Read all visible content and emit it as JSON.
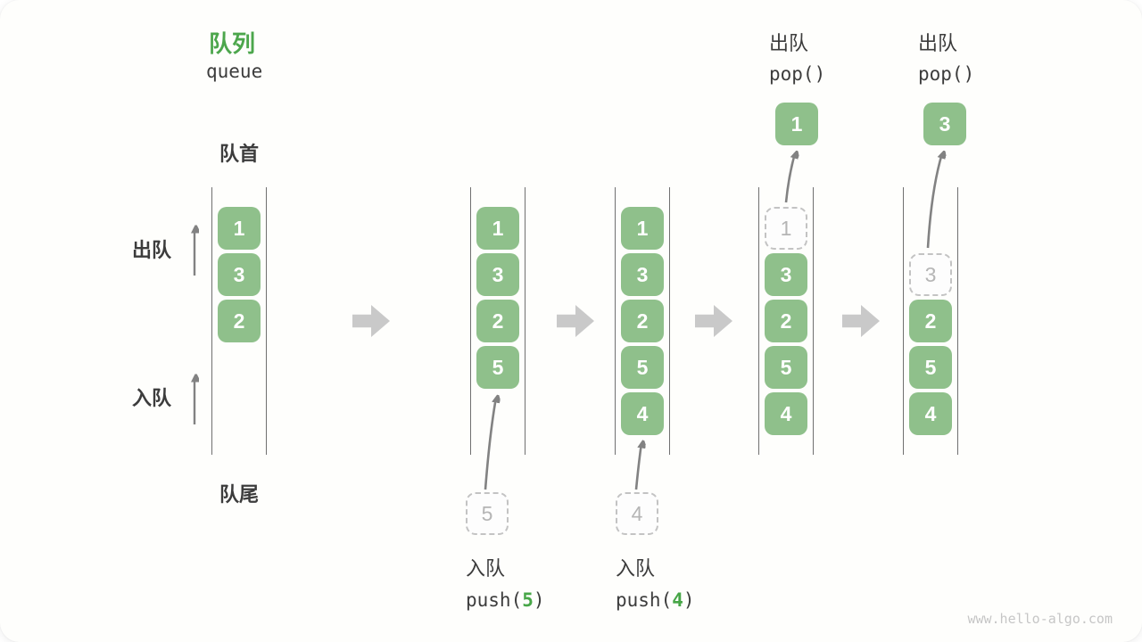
{
  "title": {
    "zh": "队列",
    "en": "queue"
  },
  "side_labels": {
    "front": "队首",
    "rear": "队尾",
    "dequeue": "出队",
    "enqueue": "入队"
  },
  "states": [
    {
      "cells": [
        "1",
        "3",
        "2"
      ]
    },
    {
      "cells": [
        "1",
        "3",
        "2",
        "5"
      ],
      "ghost_in": "5"
    },
    {
      "cells": [
        "1",
        "3",
        "2",
        "5",
        "4"
      ],
      "ghost_in": "4"
    },
    {
      "ghost": "1",
      "cells": [
        "3",
        "2",
        "5",
        "4"
      ]
    },
    {
      "ghost": "3",
      "cells": [
        "2",
        "5",
        "4"
      ]
    }
  ],
  "ops": {
    "push5": {
      "zh": "入队",
      "fn": "push(",
      "arg": "5",
      "close": ")"
    },
    "push4": {
      "zh": "入队",
      "fn": "push(",
      "arg": "4",
      "close": ")"
    },
    "pop1": {
      "zh": "出队",
      "code": "pop()",
      "result": "1"
    },
    "pop2": {
      "zh": "出队",
      "code": "pop()",
      "result": "3"
    }
  },
  "colors": {
    "cell_green": "#8fc08b",
    "accent_green": "#47a647",
    "text_dark": "#3c3c3c",
    "arrow_gray": "#828282",
    "block_arrow_gray": "#c9c9c9",
    "ghost_border": "#c3c3c3",
    "ghost_text": "#b5b5b5",
    "rail_gray": "#707070",
    "watermark_gray": "#c6c6c6"
  },
  "watermark": "www.hello-algo.com"
}
